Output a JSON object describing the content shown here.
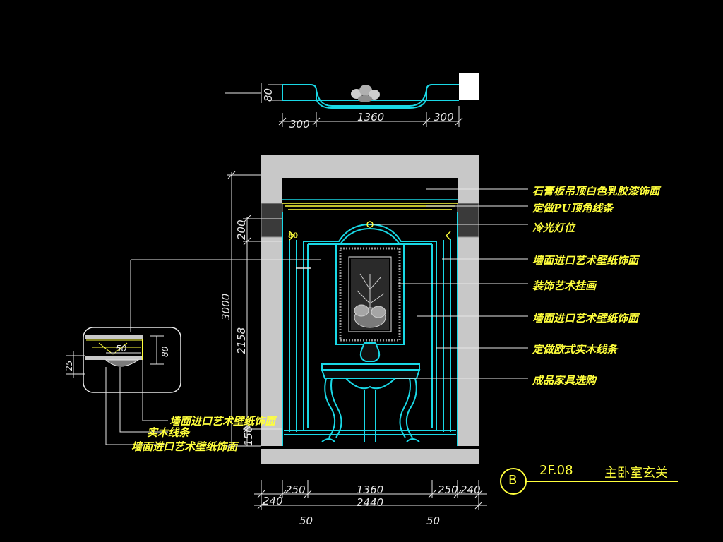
{
  "callouts": [
    "石膏板吊顶白色乳胶漆饰面",
    "定做PU顶角线条",
    "冷光灯位",
    "墙面进口艺术壁纸饰面",
    "装饰艺术挂画",
    "墙面进口艺术壁纸饰面",
    "定做欧式实木线条",
    "成品家具选购"
  ],
  "detail_callouts": [
    "墙面进口艺术壁纸饰面",
    "实木线条",
    "墙面进口艺术壁纸饰面"
  ],
  "plan_dims": {
    "left": "300",
    "center": "1360",
    "right": "300",
    "depth": "80"
  },
  "elevation_dims": {
    "total_height": "3000",
    "door_height": "2158",
    "top_offset": "200",
    "base": "150",
    "bottom_row": [
      "240",
      "250",
      "1360",
      "250",
      "240"
    ],
    "total_width": "2440",
    "lower_left": "50",
    "lower_right": "50"
  },
  "detail_dims": {
    "width": "50",
    "height": "80",
    "thickness": "25"
  },
  "small_mark": "80",
  "title": {
    "marker": "B",
    "code": "2F.08",
    "name": "主卧室玄关"
  },
  "colors": {
    "background": "#000000",
    "cyan": "#19d8e6",
    "yellow": "#ffff3c",
    "white": "#e6e6e6",
    "wall": "#c8c8c8"
  }
}
